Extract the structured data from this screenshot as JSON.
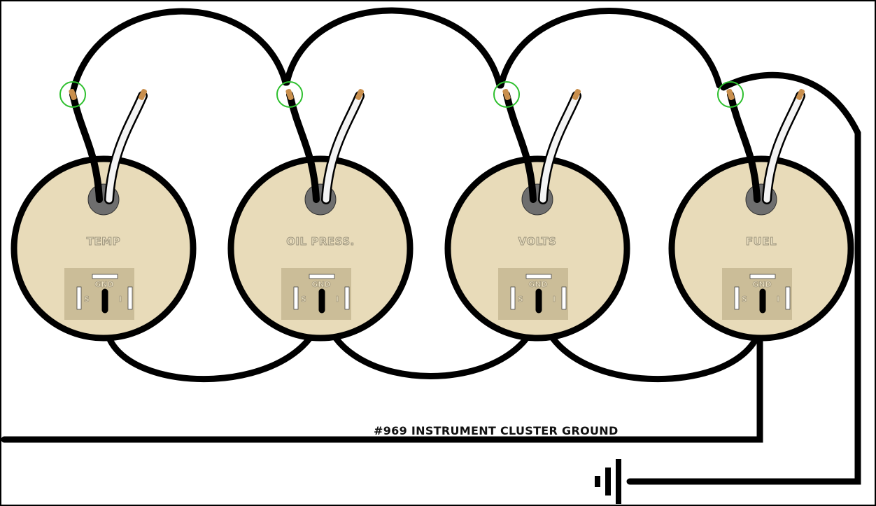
{
  "gauges": [
    {
      "label": "TEMP"
    },
    {
      "label": "OIL PRESS."
    },
    {
      "label": "VOLTS"
    },
    {
      "label": "FUEL"
    }
  ],
  "terminals": {
    "gnd": "GND",
    "s": "S",
    "i": "I"
  },
  "ground_wire_label": "#969 INSTRUMENT CLUSTER GROUND",
  "colors": {
    "gauge_face": "#e8dbb9",
    "wire": "#000000",
    "highlight": "#2ec02e",
    "terminal_copper": "#c98f4d"
  }
}
